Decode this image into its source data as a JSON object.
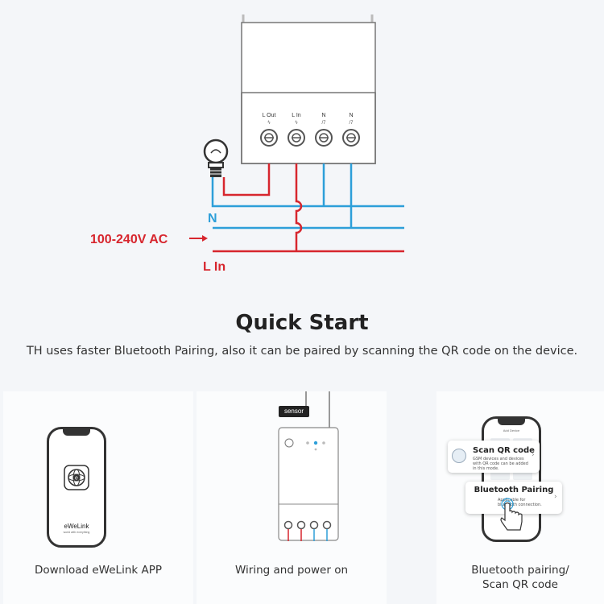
{
  "wiring": {
    "terminals": [
      {
        "label": "L Out"
      },
      {
        "label": "L In"
      },
      {
        "label": "N"
      },
      {
        "label": "N"
      }
    ],
    "n_label": "N",
    "voltage_label": "100-240V AC",
    "l_in_label": "L In",
    "colors": {
      "line": "#d7262e",
      "neutral": "#2d9fd9",
      "device": "#666666"
    }
  },
  "quick_start": {
    "title": "Quick Start",
    "subtitle": "TH uses faster Bluetooth Pairing, also it can be paired by scanning the QR code on the device."
  },
  "steps": [
    {
      "caption": "Download eWeLink APP",
      "app_name": "eWeLink",
      "app_tagline": "world with everything"
    },
    {
      "caption": "Wiring and power on",
      "sensor_tag": "sensor"
    },
    {
      "caption_line1": "Bluetooth pairing/",
      "caption_line2": "Scan QR code",
      "screen_header": "Add Device",
      "qr_title": "Scan QR code",
      "qr_desc": "GSM devices and devices with QR code can be added in this mode.",
      "bt_title": "Bluetooth Pairing",
      "bt_desc": "Applicable for bluetooth connection."
    }
  ]
}
